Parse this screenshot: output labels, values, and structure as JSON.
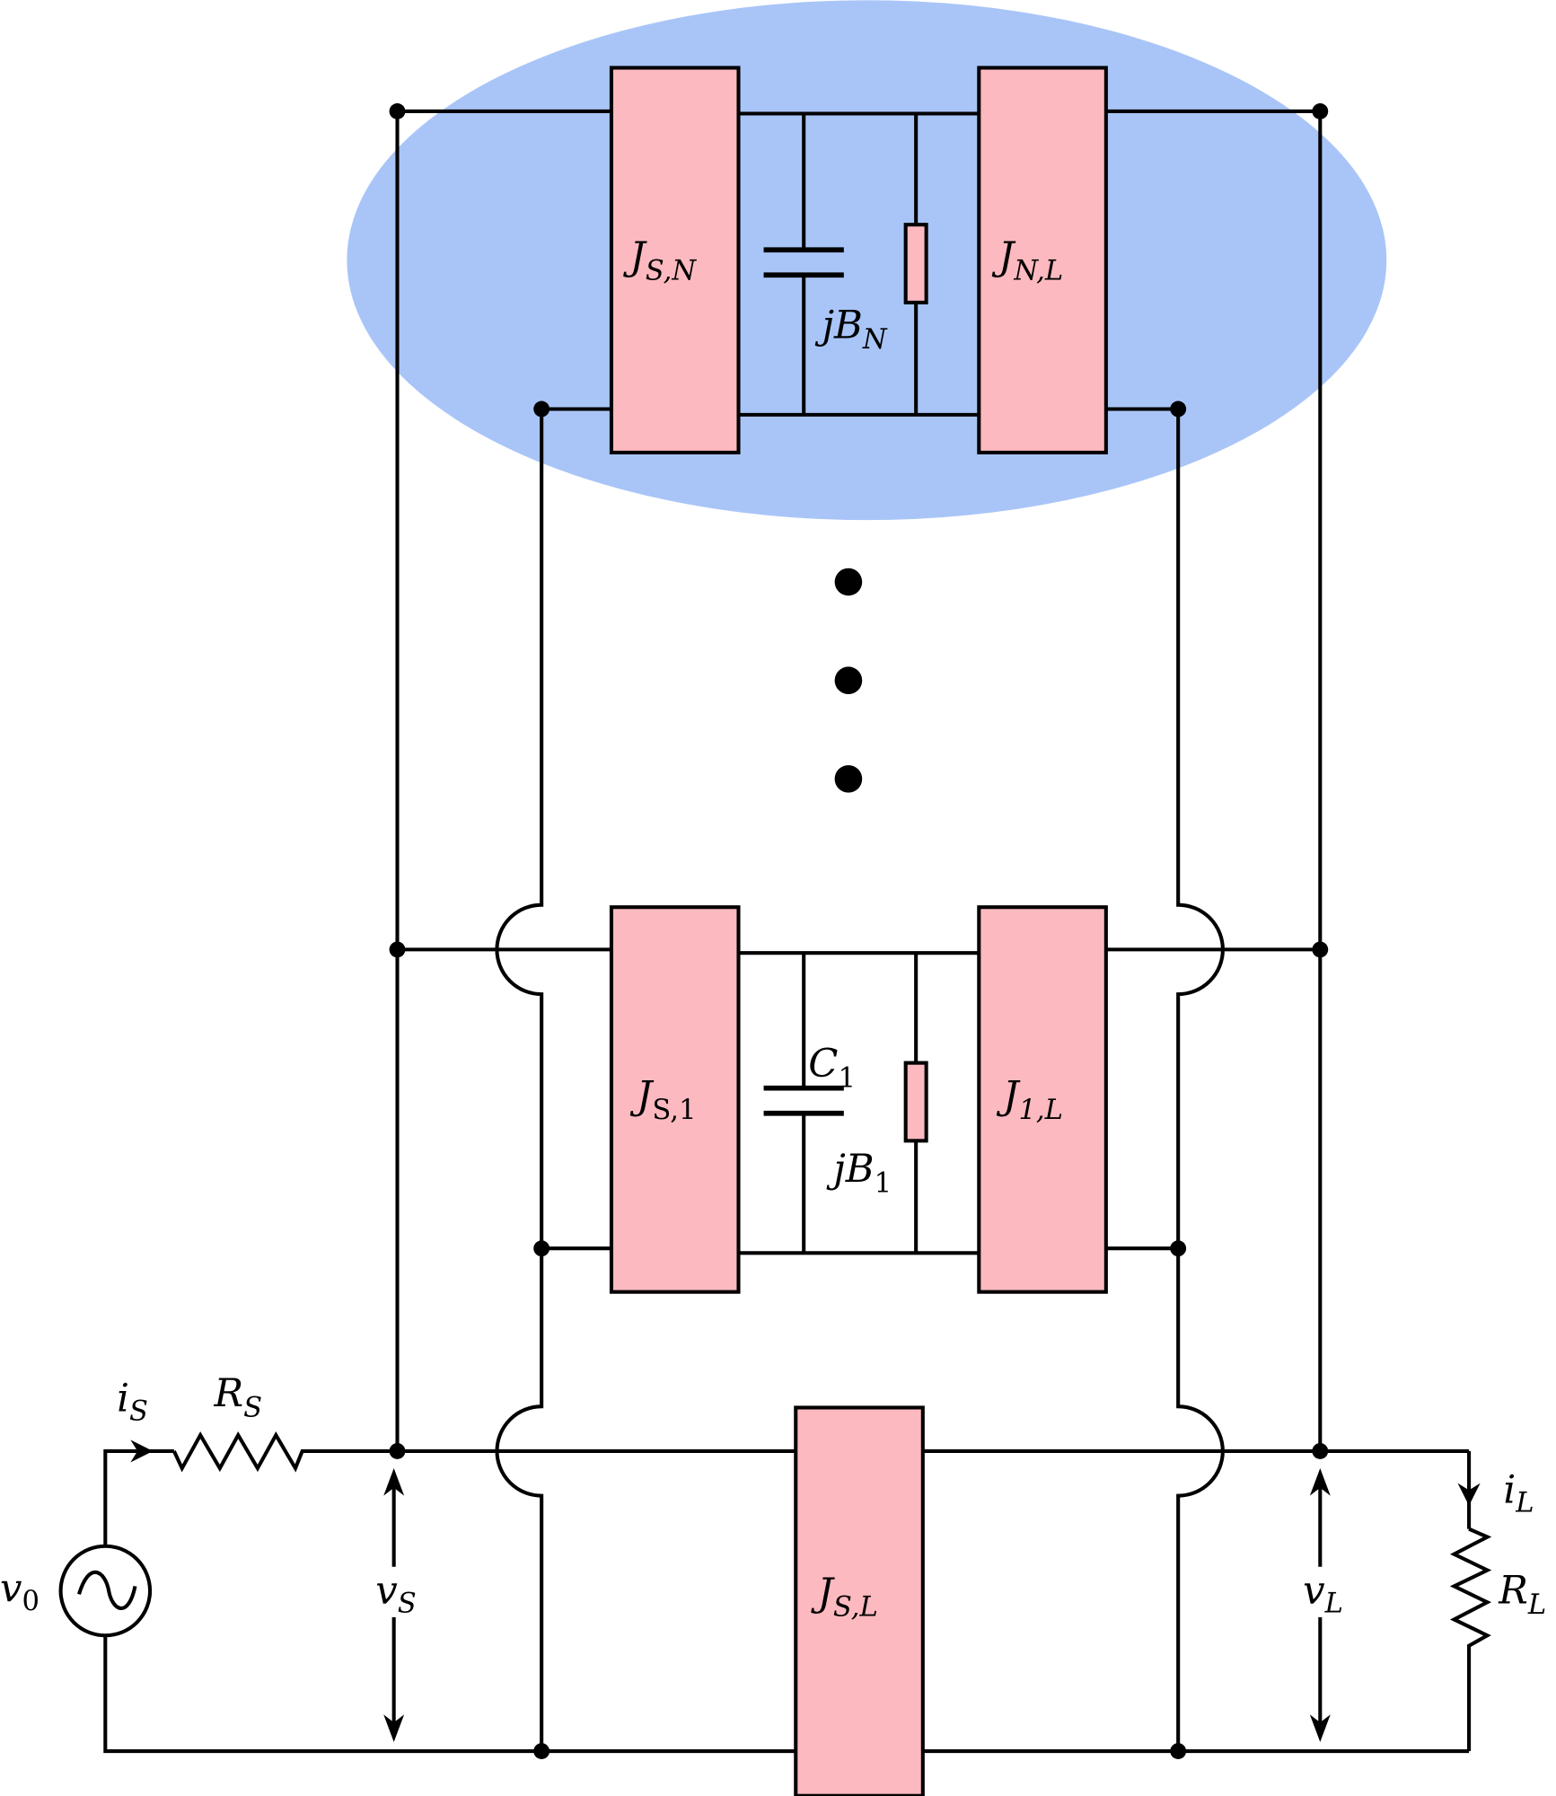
{
  "colors": {
    "highlight_ellipse": "#a9c5f8",
    "block_fill": "#fdb9c0",
    "wire": "#000000"
  },
  "stages": [
    {
      "id": "stage-N",
      "highlighted": true,
      "source_inverter": {
        "base": "J",
        "sub": "S,N"
      },
      "load_inverter": {
        "base": "J",
        "sub": "N,L"
      },
      "susceptance": {
        "base": "jB",
        "sub": "N"
      },
      "capacitor": null
    },
    {
      "id": "stage-1",
      "highlighted": false,
      "source_inverter": {
        "base": "J",
        "sub": "S,1"
      },
      "load_inverter": {
        "base": "J",
        "sub": "1,L"
      },
      "susceptance": {
        "base": "jB",
        "sub": "1"
      },
      "capacitor": {
        "base": "C",
        "sub": "1"
      }
    }
  ],
  "direct_inverter": {
    "base": "J",
    "sub": "S,L"
  },
  "source": {
    "voltage": {
      "base": "v",
      "sub": "0"
    },
    "resistor": {
      "base": "R",
      "sub": "S"
    },
    "current": {
      "base": "i",
      "sub": "S"
    },
    "port_voltage": {
      "base": "v",
      "sub": "S"
    }
  },
  "load": {
    "resistor": {
      "base": "R",
      "sub": "L"
    },
    "current": {
      "base": "i",
      "sub": "L"
    },
    "port_voltage": {
      "base": "v",
      "sub": "L"
    }
  },
  "ellipsis_dots": 3
}
